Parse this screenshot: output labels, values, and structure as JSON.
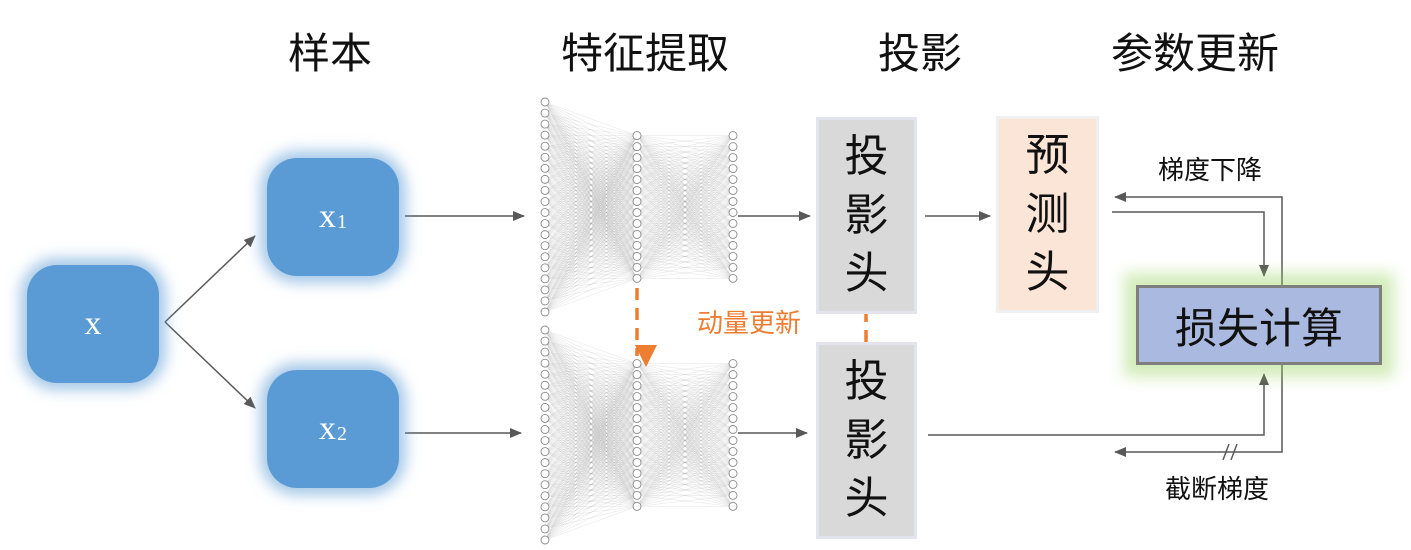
{
  "headers": {
    "samples": "样本",
    "feature_extraction": "特征提取",
    "projection": "投影",
    "parameter_update": "参数更新"
  },
  "input_node": {
    "label": "x"
  },
  "view_nodes": [
    {
      "label": "x",
      "subscript": "1"
    },
    {
      "label": "x",
      "subscript": "2"
    }
  ],
  "projection_heads": [
    {
      "chars": [
        "投",
        "影",
        "头"
      ]
    },
    {
      "chars": [
        "投",
        "影",
        "头"
      ]
    }
  ],
  "prediction_head": {
    "chars": [
      "预",
      "测",
      "头"
    ]
  },
  "loss_box": {
    "label": "损失计算"
  },
  "annotations": {
    "momentum_update": "动量更新",
    "gradient_descent": "梯度下降",
    "stop_gradient": "截断梯度"
  },
  "colors": {
    "sample_blue": "#5b9bd5",
    "projection_gray": "#d9d9d9",
    "prediction_peach": "#fbe5d6",
    "loss_blue": "#aab9df",
    "loss_glow_green": "#92d050",
    "momentum_orange": "#ed7d31",
    "arrow_gray": "#595959"
  }
}
